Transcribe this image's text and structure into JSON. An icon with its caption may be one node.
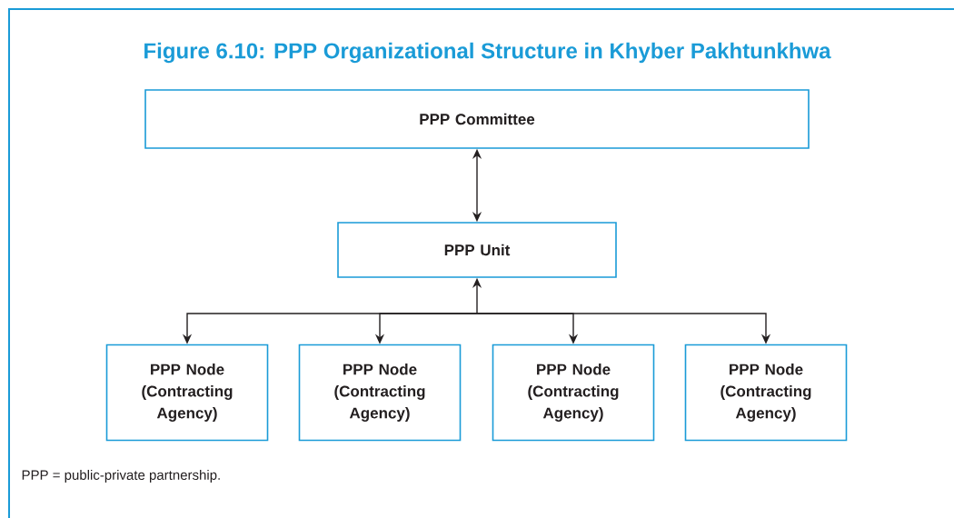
{
  "diagram": {
    "title": "Figure 6.10: PPP Organizational Structure in Khyber Pakhtunkhwa",
    "nodes": [
      {
        "text": [
          "PPP Committee"
        ]
      },
      {
        "text": [
          "PPP Unit"
        ]
      },
      {
        "text": [
          "PPP Node (Contracting Agency)"
        ]
      },
      {
        "text": [
          "PPP Node (Contracting Agency)"
        ]
      },
      {
        "text": [
          "PPP Node (Contracting Agency)"
        ]
      },
      {
        "text": [
          "PPP Node (Contracting Agency)"
        ]
      }
    ],
    "edges": [
      {
        "from": 0,
        "to": 1,
        "arrow": "both"
      },
      {
        "from": 1,
        "to": 2,
        "arrow": "both"
      },
      {
        "from": 1,
        "to": 3,
        "arrow": "both"
      },
      {
        "from": 1,
        "to": 4,
        "arrow": "both"
      },
      {
        "from": 1,
        "to": 5,
        "arrow": "both"
      }
    ],
    "labels": [
      "PPP = public-private partnership."
    ]
  }
}
